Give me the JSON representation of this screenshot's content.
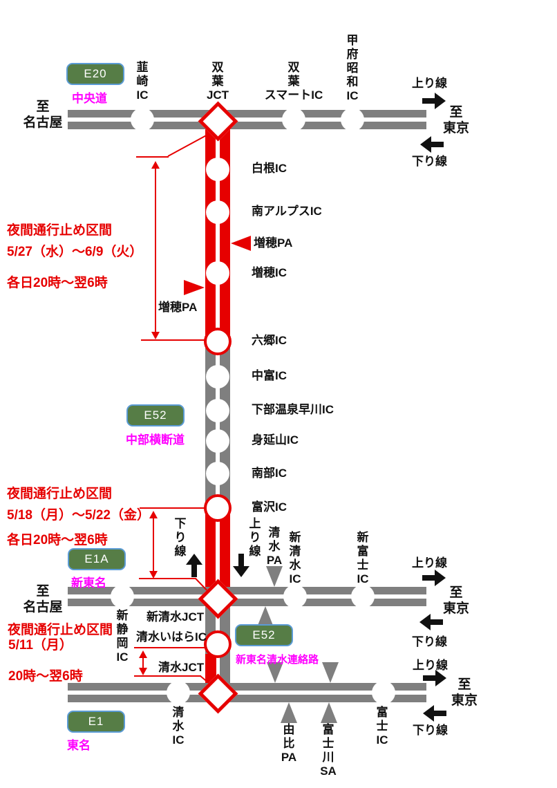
{
  "colors": {
    "road_gray": "#7f7f7f",
    "closure_red": "#e60000",
    "badge_green": "#567d46",
    "route_magenta": "#ff00ff"
  },
  "e20": {
    "badge": "E20",
    "name": "中央道",
    "dest_left": "至\n名古屋",
    "dest_right": "至\n東京",
    "up_line": "上り線",
    "down_line": "下り線",
    "stations": {
      "nirasaki": "韮\n崎\nIC",
      "futaba_jct": "双\n葉\nJCT",
      "futaba_smart": "双\n葉\nスマートIC",
      "kofu_showa": "甲\n府\n昭\n和\nIC"
    }
  },
  "chubu": {
    "badge": "E52",
    "name": "中部横断道",
    "stations": {
      "shirane": "白根IC",
      "minami_alps": "南アルプスIC",
      "masuho_pa_right": "増穂PA",
      "masuho_ic": "増穂IC",
      "masuho_pa_left": "増穂PA",
      "rokugo": "六郷IC",
      "nakatomi": "中富IC",
      "shimobe_onsen_hayakawa": "下部温泉早川IC",
      "minobusan": "身延山IC",
      "nanbu": "南部IC",
      "tomizawa": "富沢IC"
    },
    "closure1": {
      "title": "夜間通行止め区間",
      "period": "5/27（水）～6/9（火）",
      "hours": "各日20時～翌6時"
    },
    "closure2": {
      "title": "夜間通行止め区間",
      "period": "5/18（月）～5/22（金）",
      "hours": "各日20時～翌6時"
    },
    "down_line_v": "下\nり\n線",
    "up_line_v": "上\nり\n線"
  },
  "e1a": {
    "badge": "E1A",
    "name": "新東名",
    "dest_left": "至\n名古屋",
    "dest_right": "至\n東京",
    "up_line": "上り線",
    "down_line": "下り線",
    "stations": {
      "shin_shizuoka": "新\n静\n岡\nIC",
      "shin_shimizu_jct": "新清水JCT",
      "shimizu_pa": "清\n水\nPA",
      "shin_shimizu_ic": "新\n清\n水\nIC",
      "shin_fuji": "新\n富\n士\nIC"
    }
  },
  "renraku": {
    "badge": "E52",
    "name": "新東名清水連絡路",
    "stations": {
      "shimizu_ihara": "清水いはらIC",
      "shimizu_jct": "清水JCT"
    },
    "closure3": {
      "title": "夜間通行止め区間",
      "period": "5/11（月）",
      "hours": "20時～翌6時"
    }
  },
  "e1": {
    "badge": "E1",
    "name": "東名",
    "dest_right": "至\n東京",
    "up_line": "上り線",
    "down_line": "下り線",
    "stations": {
      "shimizu_ic": "清\n水\nIC",
      "yui_pa": "由\n比\nPA",
      "fujikawa_sa": "富\n士\n川\nSA",
      "fuji_ic": "富\n士\nIC"
    }
  }
}
